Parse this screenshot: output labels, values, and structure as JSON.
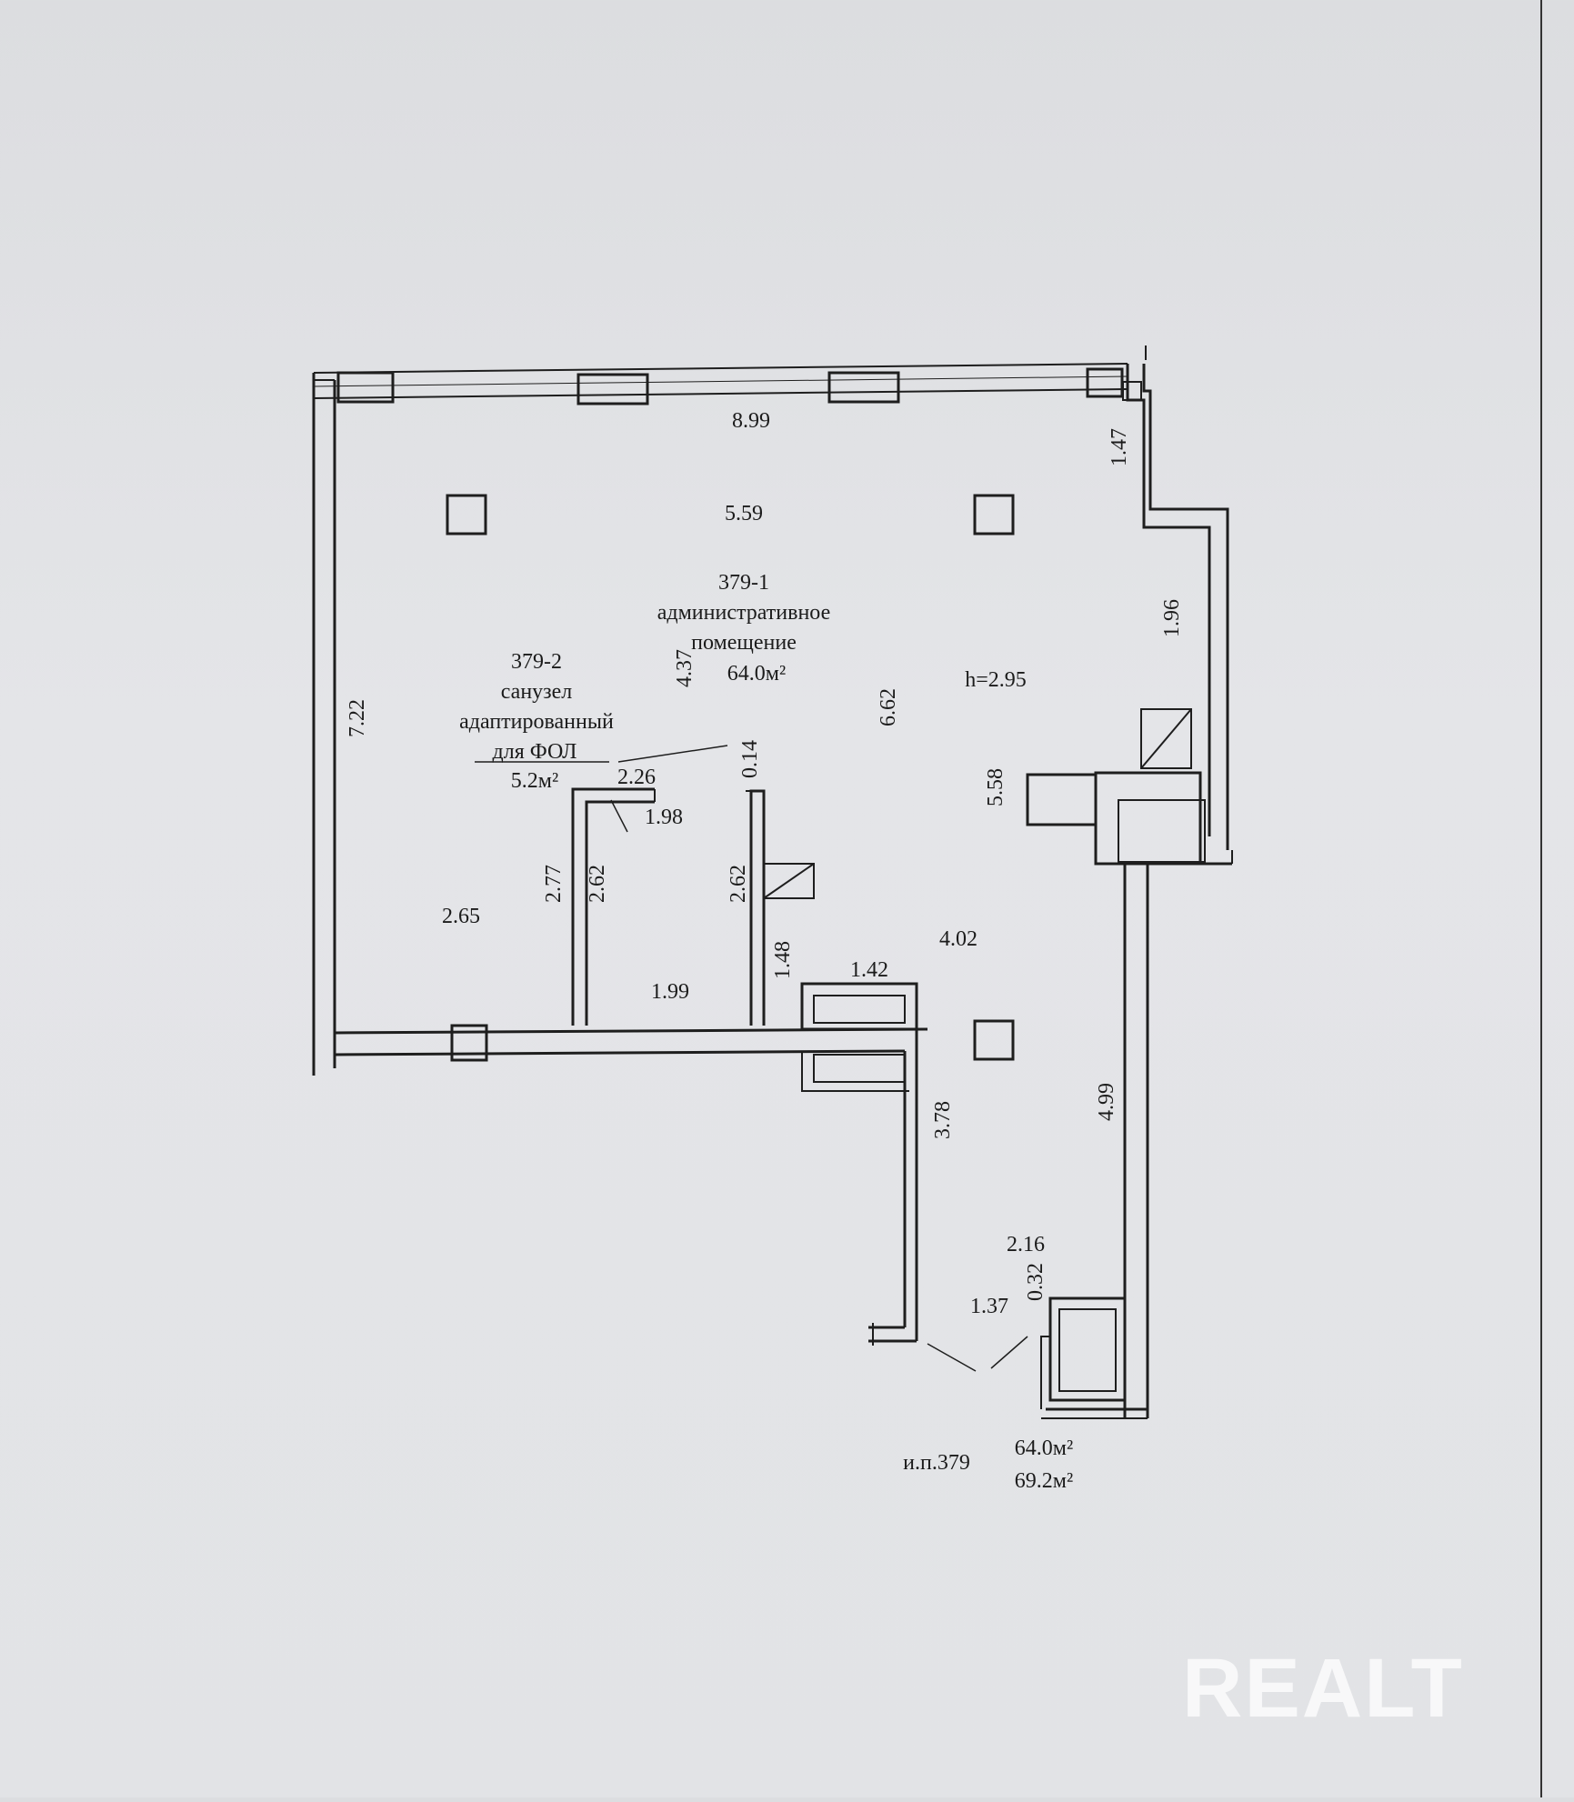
{
  "rooms": {
    "main": {
      "id": "379-1",
      "name_line1": "административное",
      "name_line2": "помещение",
      "area": "64.0м²",
      "height": "h=2.95"
    },
    "bath": {
      "id": "379-2",
      "name_line1": "санузел",
      "name_line2": "адаптированный",
      "name_line3": "для ФОЛ",
      "area": "5.2м²"
    }
  },
  "dimensions": {
    "top_width": "8.99",
    "d_5_59": "5.59",
    "d_4_37": "4.37",
    "d_7_22": "7.22",
    "d_1_47": "1.47",
    "d_1_96": "1.96",
    "d_6_62": "6.62",
    "d_5_58": "5.58",
    "d_2_26": "2.26",
    "d_0_14": "0.14",
    "d_1_98": "1.98",
    "d_2_65": "2.65",
    "d_2_77": "2.77",
    "d_2_62a": "2.62",
    "d_2_62b": "2.62",
    "d_1_48": "1.48",
    "d_4_02": "4.02",
    "d_1_42": "1.42",
    "d_1_99": "1.99",
    "d_3_78": "3.78",
    "d_4_99": "4.99",
    "d_2_16": "2.16",
    "d_0_32": "0.32",
    "d_1_37": "1.37"
  },
  "summary": {
    "label": "и.п.379",
    "area_main": "64.0м²",
    "area_total": "69.2м²"
  },
  "watermark": "REALT"
}
